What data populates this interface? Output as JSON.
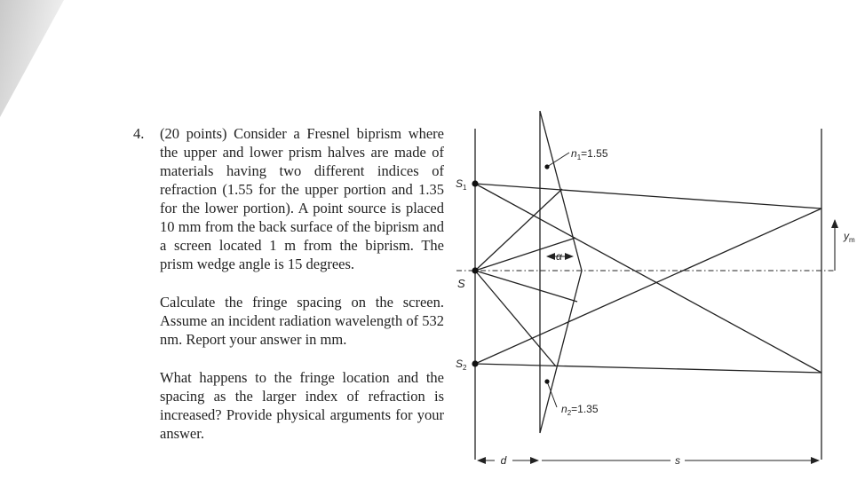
{
  "problem": {
    "number": "4.",
    "paragraphs": [
      "(20 points) Consider a Fresnel biprism where the upper and lower prism halves are made of materials having two different indices of refraction (1.55 for the upper portion and 1.35 for the lower portion). A point source is placed 10 mm from the back surface of the biprism and a screen located 1 m from the biprism. The prism wedge angle is 15 degrees.",
      "Calculate the fringe spacing on the screen. Assume an incident radiation wavelength of 532 nm. Report your answer in mm.",
      "What happens to the fringe location and the spacing as the larger index of refraction is increased? Provide physical arguments for your answer."
    ]
  },
  "diagram": {
    "labels": {
      "n1_base": "n",
      "n1_sub": "1",
      "n1_value": "=1.55",
      "n2_base": "n",
      "n2_sub": "2",
      "n2_value": "=1.35",
      "s1_base": "S",
      "s1_sub": "1",
      "s": "S",
      "s2_base": "S",
      "s2_sub": "2",
      "alpha": "α",
      "ym_base": "y",
      "ym_sub": "m",
      "d": "d",
      "s_dist": "s"
    }
  }
}
